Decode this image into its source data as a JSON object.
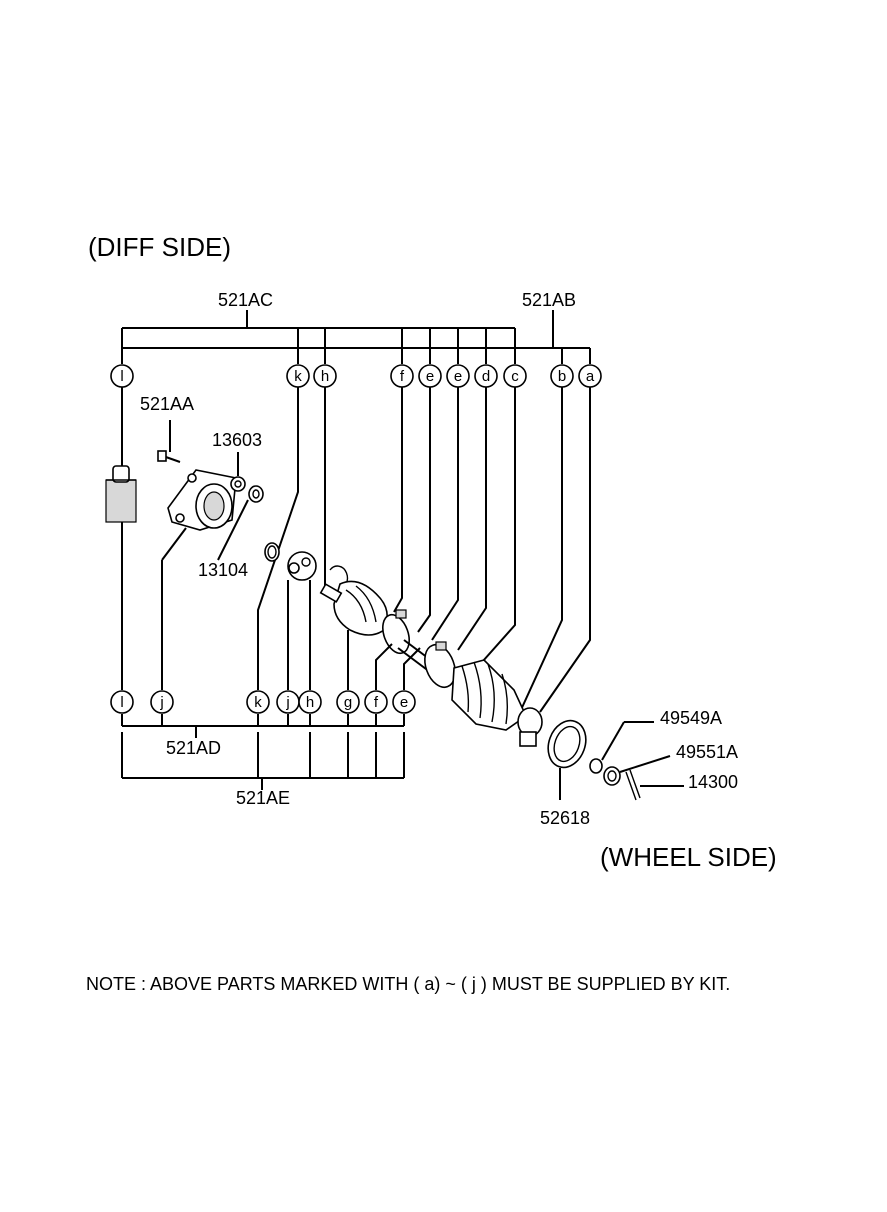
{
  "title": "(DIFF  SIDE)",
  "wheel_side": "(WHEEL SIDE)",
  "note": "NOTE :  ABOVE PARTS  MARKED WITH ( a) ~ ( j ) MUST BE SUPPLIED BY KIT.",
  "part_numbers": {
    "p521AC": "521AC",
    "p521AB": "521AB",
    "p521AA": "521AA",
    "p13603": "13603",
    "p13104": "13104",
    "p521AD": "521AD",
    "p521AE": "521AE",
    "p49549A": "49549A",
    "p49551A": "49551A",
    "p14300": "14300",
    "p52618": "52618"
  },
  "top_markers": [
    "l",
    "k",
    "h",
    "f",
    "e",
    "e",
    "d",
    "c",
    "b",
    "a"
  ],
  "bottom_markers": [
    "l",
    "j",
    "k",
    "j",
    "h",
    "g",
    "f",
    "e"
  ]
}
